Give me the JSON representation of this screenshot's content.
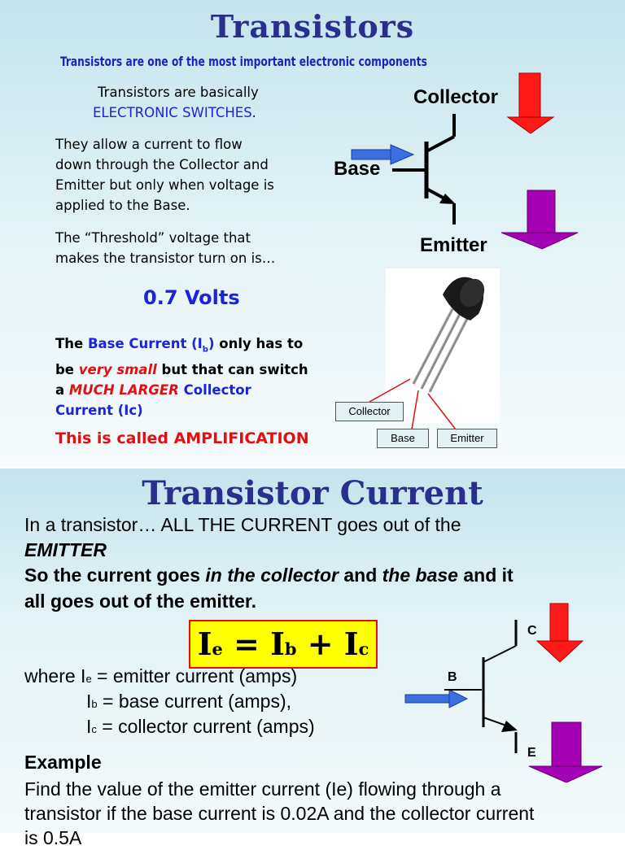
{
  "slide1": {
    "title": "Transistors",
    "subtitle": "Transistors are one of the most important electronic components",
    "p1_line1": "Transistors are basically",
    "p1_line2": "ELECTRONIC SWITCHES",
    "p1_period": ".",
    "p2": [
      "They allow a current to flow",
      "down through the Collector and",
      "Emitter but only when voltage is",
      "applied to the Base."
    ],
    "p3": [
      "The “Threshold” voltage that",
      "makes the transistor turn on is…"
    ],
    "voltage": "0.7 Volts",
    "p4": {
      "the": "The ",
      "base_current": "Base Current (I",
      "base_sub": "b",
      "base_close": ")",
      "only_has": " only has to",
      "be": "be ",
      "very_small": "very small",
      "but": " but that can switch",
      "a": "a ",
      "much_larger": "MUCH LARGER",
      "collector": " Collector",
      "current_ic": "Current (Ic)"
    },
    "amplification": "This is called AMPLIFICATION",
    "diagram": {
      "collector": "Collector",
      "base": "Base",
      "emitter": "Emitter"
    },
    "photo_labels": {
      "collector": "Collector",
      "base": "Base",
      "emitter": "Emitter"
    },
    "colors": {
      "title": "#2a2f8f",
      "blue": "#1a24d8",
      "red": "#e01010",
      "purple": "#a400b4"
    }
  },
  "slide2": {
    "title": "Transistor Current",
    "line1": "In a transistor… ALL THE CURRENT goes out of the",
    "line2": "EMITTER",
    "line3_a": "So the current goes ",
    "line3_b": "in the collector",
    "line3_c": " and ",
    "line3_d": "the base",
    "line3_e": " and it",
    "line4": "all goes out of the emitter.",
    "equation": {
      "ie": "I",
      "e": "e",
      "eq": " = ",
      "ib": "I",
      "b": "b",
      "plus": " + ",
      "ic": "I",
      "c": "c"
    },
    "where": [
      {
        "pre": "where ",
        "sym": "I",
        "sub": "e",
        "text": " = emitter current (amps)"
      },
      {
        "pre": "",
        "sym": "I",
        "sub": "b",
        "text": " = base current (amps),"
      },
      {
        "pre": "",
        "sym": "I",
        "sub": "c",
        "text": " = collector current (amps)"
      }
    ],
    "diagram": {
      "c": "C",
      "b": "B",
      "e": "E"
    },
    "example_heading": "Example",
    "example_lines": [
      "Find the value of the emitter current (Ie) flowing through a",
      "transistor if the base current is 0.02A and the collector current",
      "is 0.5A"
    ]
  }
}
